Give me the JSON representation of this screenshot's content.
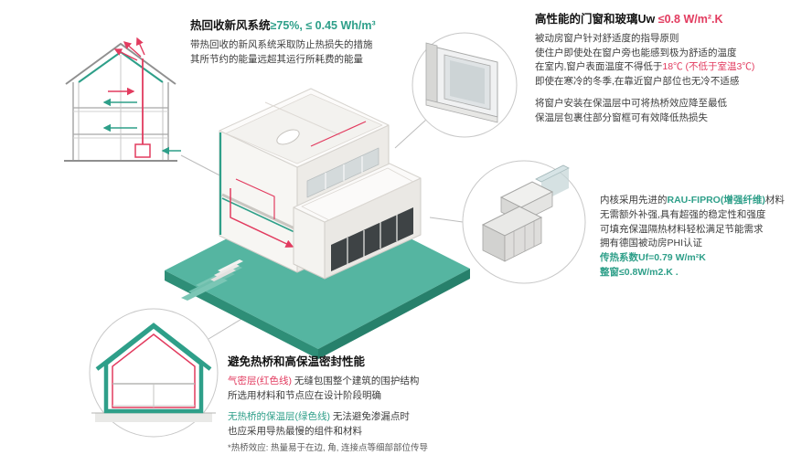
{
  "colors": {
    "accent_teal": "#2E9F89",
    "accent_red": "#E23B5F",
    "platform_teal": "#55B5A1",
    "platform_side_dark": "#2E8E77",
    "illustration_gray": "#9B9B9B"
  },
  "ventilation": {
    "title_black": "热回收新风系统",
    "title_accent": "≥75%, ≤ 0.45 Wh/m³",
    "line1": "带热回收的新风系统采取防止热损失的措施",
    "line2": "其所节约的能量远超其运行所耗费的能量"
  },
  "windows": {
    "title_black": "高性能的门窗和玻璃Uw ",
    "title_accent": "≤0.8 W/m².K",
    "line1": "被动房窗户针对舒适度的指导原则",
    "line2": "使住户即使处在窗户旁也能感到极为舒适的温度",
    "line3_pre": "在室内,窗户表面温度不得低于",
    "line3_red": "18℃ (不低于室温3℃)",
    "line4": "即使在寒冷的冬季,在靠近窗户部位也无冷不适感",
    "line5": "将窗户安装在保温层中可将热桥效应降至最低",
    "line6": "保温层包裹住部分窗框可有效降低热损失"
  },
  "profile": {
    "line1_pre": "内核采用先进的",
    "line1_teal": "RAU-FIPRO(增强纤维)",
    "line1_post": "材料",
    "line2": "无需额外补强,具有超强的稳定性和强度",
    "line3": "可填充保温隔热材料轻松满足节能需求",
    "line4": "拥有德国被动房PHI认证",
    "line5": "传热系数Uf=0.79 W/m²K",
    "line6": "整窗≤0.8W/m2.K ."
  },
  "thermal": {
    "title": "避免热桥和高保温密封性能",
    "line1_red": "气密层(红色线)",
    "line1_post": " 无缝包围整个建筑的围护结构",
    "line2": "所选用材料和节点应在设计阶段明确",
    "line3_teal": "无热桥的保温层(绿色线)",
    "line3_post": " 无法避免渗漏点时",
    "line4": "也应采用导热最慢的组件和材料",
    "footnote": "*热桥效应: 热量易于在边, 角, 连接点等细部部位传导"
  },
  "icons": {
    "ventilation_section": "house-cross-section-with-airflow-arrows-icon",
    "window_corner": "window-corner-detail-icon",
    "profile_section": "window-frame-profile-cross-section-icon",
    "thermal_envelope": "house-section-insulation-envelope-icon",
    "central": "isometric-passive-house-cutaway-illustration"
  }
}
